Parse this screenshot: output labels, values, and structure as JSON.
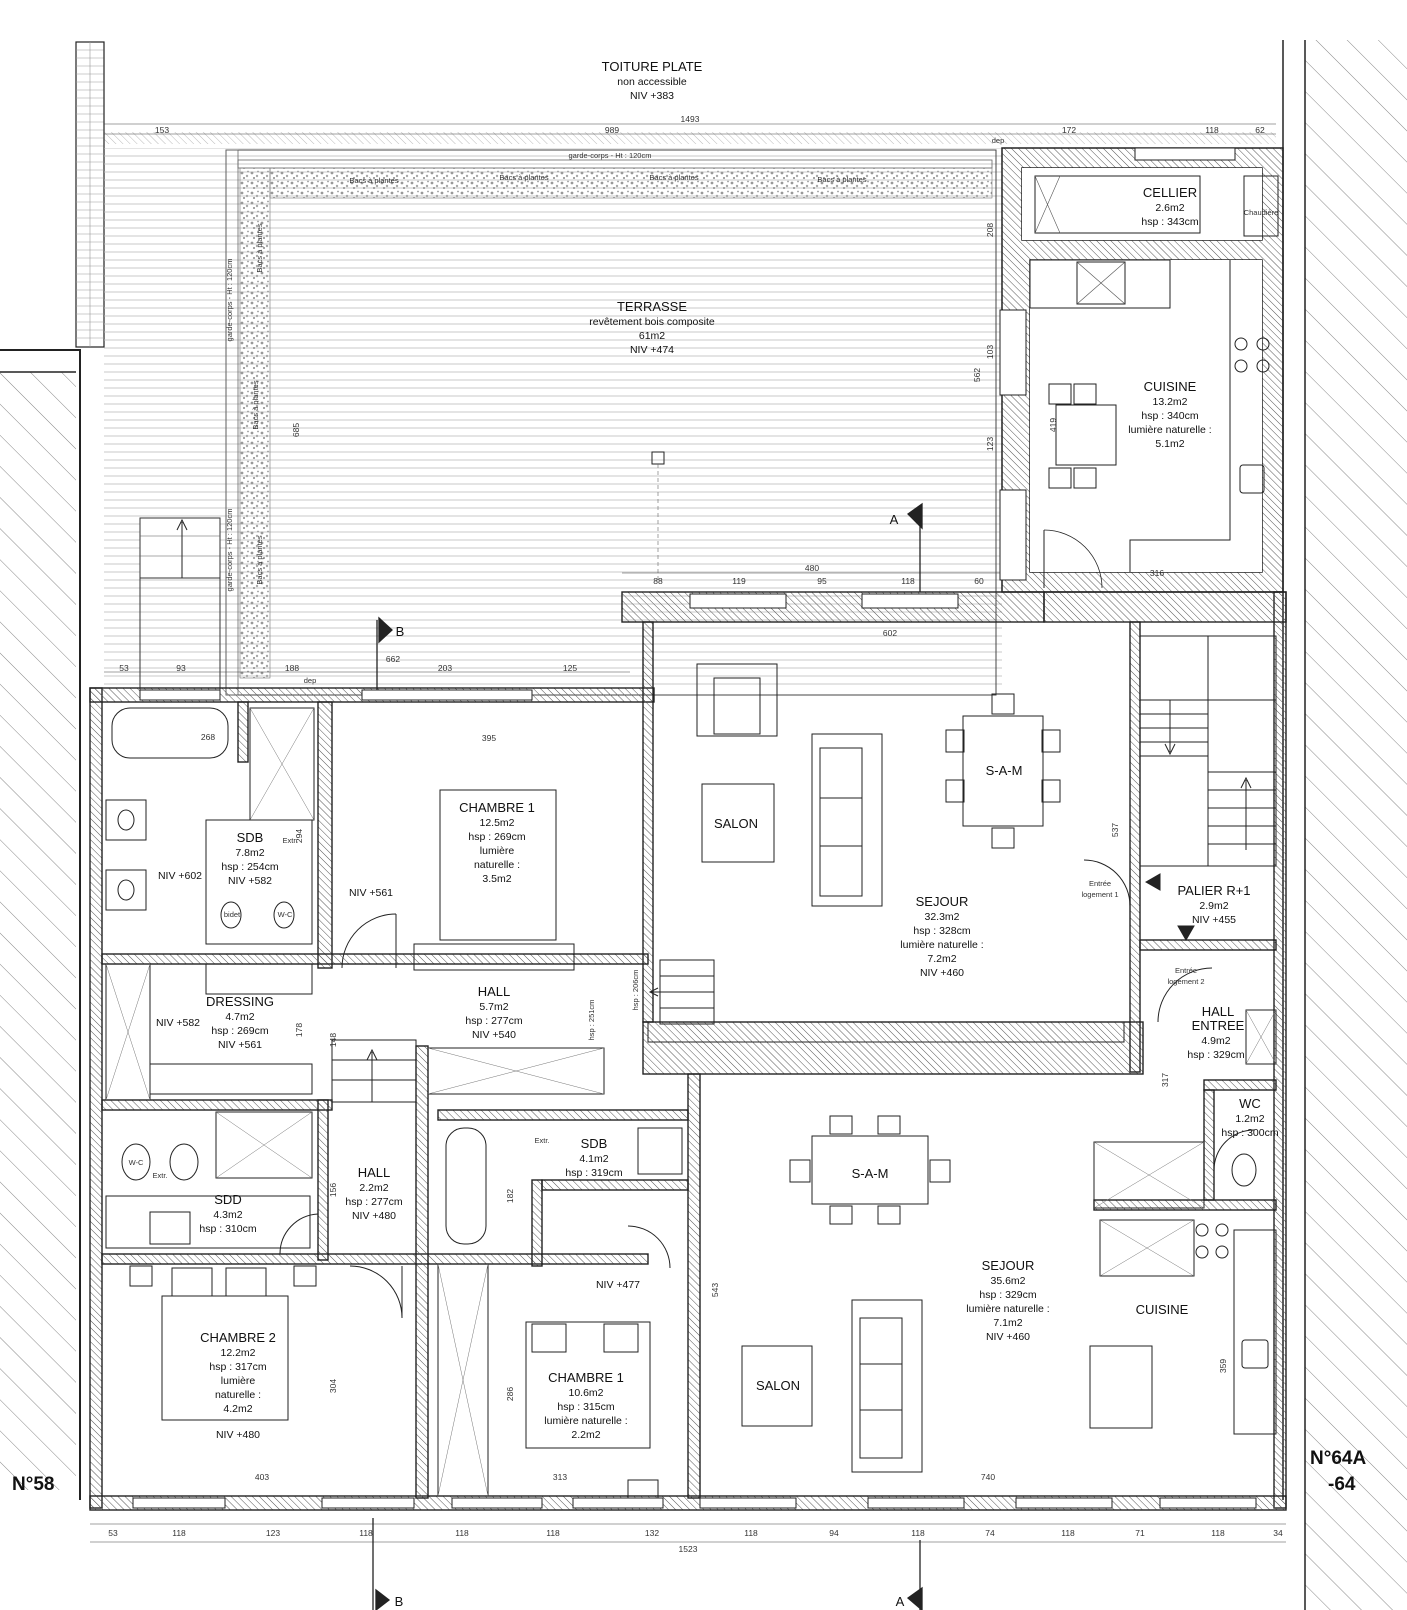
{
  "labels": {
    "toiture_title": "TOITURE PLATE",
    "toiture_sub": "non accessible",
    "toiture_niv": "NIV +383",
    "terrasse_title": "TERRASSE",
    "terrasse_sub": "revêtement bois composite",
    "terrasse_area": "61m2",
    "terrasse_niv": "NIV +474",
    "garde_corps_top": "garde-corps - Ht : 120cm",
    "garde_corps_side": "garde-corps - Ht : 120cm",
    "bacs": "Bacs à plantes",
    "dep": "dep",
    "cellier_title": "CELLIER",
    "cellier_area": "2.6m2",
    "cellier_hsp": "hsp : 343cm",
    "chaudiere": "Chaudière",
    "cuisine1_title": "CUISINE",
    "cuisine1_area": "13.2m2",
    "cuisine1_hsp": "hsp : 340cm",
    "cuisine1_light": "lumière naturelle :",
    "cuisine1_light_val": "5.1m2",
    "salon_upper": "SALON",
    "sam_upper": "S-A-M",
    "sejour1_title": "SEJOUR",
    "sejour1_area": "32.3m2",
    "sejour1_hsp": "hsp : 328cm",
    "sejour1_light": "lumière naturelle :",
    "sejour1_light_val": "7.2m2",
    "sejour1_niv": "NIV +460",
    "entree1_a": "Entrée",
    "entree1_b": "logement 1",
    "palier_title": "PALIER R+1",
    "palier_area": "2.9m2",
    "palier_niv": "NIV +455",
    "entree2_a": "Entrée",
    "entree2_b": "logement 2",
    "hall_entree_a": "HALL",
    "hall_entree_b": "ENTREE",
    "hall_entree_area": "4.9m2",
    "hall_entree_hsp": "hsp : 329cm",
    "wc_title": "WC",
    "wc_area": "1.2m2",
    "wc_hsp": "hsp : 300cm",
    "extr": "Extr.",
    "sdb1_title": "SDB",
    "sdb1_area": "7.8m2",
    "sdb1_hsp": "hsp : 254cm",
    "sdb1_niv": "NIV +582",
    "bidet": "bidet",
    "wc_small": "W-C",
    "niv_602": "NIV +602",
    "ch1_title": "CHAMBRE 1",
    "ch1_area": "12.5m2",
    "ch1_hsp": "hsp : 269cm",
    "ch1_l1": "lumière",
    "ch1_l2": "naturelle :",
    "ch1_l3": "3.5m2",
    "niv_561": "NIV +561",
    "dressing_title": "DRESSING",
    "dressing_area": "4.7m2",
    "dressing_hsp": "hsp : 269cm",
    "dressing_niv": "NIV +561",
    "niv_582": "NIV +582",
    "hall1_title": "HALL",
    "hall1_area": "5.7m2",
    "hall1_hsp": "hsp : 277cm",
    "hall1_niv": "NIV +540",
    "hsp_251": "hsp : 251cm",
    "hsp_206": "hsp : 206cm",
    "sdd_title": "SDD",
    "sdd_area": "4.3m2",
    "sdd_hsp": "hsp : 310cm",
    "hall2_title": "HALL",
    "hall2_area": "2.2m2",
    "hall2_hsp": "hsp : 277cm",
    "hall2_niv": "NIV +480",
    "sdb2_title": "SDB",
    "sdb2_area": "4.1m2",
    "sdb2_hsp": "hsp : 319cm",
    "niv_477": "NIV +477",
    "ch2_title": "CHAMBRE 2",
    "ch2_area": "12.2m2",
    "ch2_hsp": "hsp : 317cm",
    "ch2_l1": "lumière",
    "ch2_l2": "naturelle :",
    "ch2_l3": "4.2m2",
    "ch2_niv": "NIV +480",
    "ch1b_title": "CHAMBRE 1",
    "ch1b_area": "10.6m2",
    "ch1b_hsp": "hsp : 315cm",
    "ch1b_light": "lumière naturelle :",
    "ch1b_light_val": "2.2m2",
    "sam_lower": "S-A-M",
    "sejour2_title": "SEJOUR",
    "sejour2_area": "35.6m2",
    "sejour2_hsp": "hsp : 329cm",
    "sejour2_light": "lumière naturelle :",
    "sejour2_light_val": "7.1m2",
    "sejour2_niv": "NIV +460",
    "cuisine2_title": "CUISINE",
    "salon_lower": "SALON",
    "n58": "N°58",
    "n64a": "N°64A",
    "n64": "-64",
    "section_a": "A",
    "section_b": "B"
  },
  "dims": {
    "d1493": "1493",
    "d153": "153",
    "d989": "989",
    "d172": "172",
    "d118a": "118",
    "d62": "62",
    "d480": "480",
    "d88": "88",
    "d119": "119",
    "d95": "95",
    "d118b": "118",
    "d60": "60",
    "d316": "316",
    "d53a": "53",
    "d93": "93",
    "d662": "662",
    "d188": "188",
    "d203": "203",
    "d125": "125",
    "d602": "602",
    "d268": "268",
    "d395": "395",
    "d685": "685",
    "d562": "562",
    "d419": "419",
    "d537": "537",
    "d294": "294",
    "d178": "178",
    "d148": "148",
    "d156": "156",
    "d182": "182",
    "d543": "543",
    "d304": "304",
    "d286": "286",
    "d359": "359",
    "d317": "317",
    "d403": "403",
    "d313": "313",
    "d740": "740",
    "d123v": "123",
    "d103": "103",
    "d208": "208",
    "b53": "53",
    "b118a": "118",
    "b123": "123",
    "b118b": "118",
    "b118c": "118",
    "b118d": "118",
    "b132": "132",
    "b118e": "118",
    "b94": "94",
    "b118f": "118",
    "b74": "74",
    "b118g": "118",
    "b71": "71",
    "b118h": "118",
    "b34": "34",
    "b1523": "1523"
  },
  "colors": {
    "wall": "#2b2b2b",
    "hatch": "#777777",
    "line": "#222222",
    "foliage": "#8a8a8a"
  }
}
